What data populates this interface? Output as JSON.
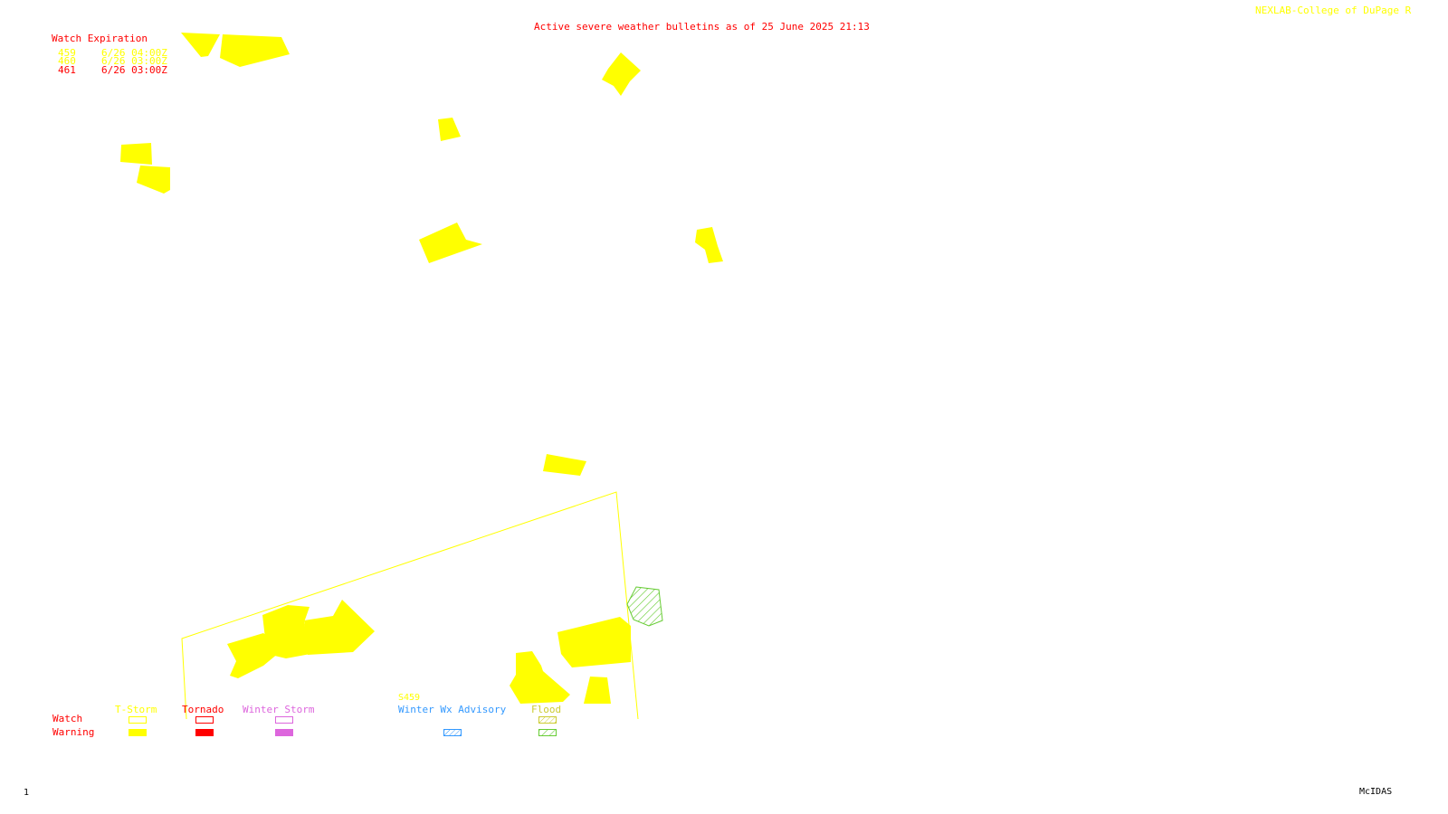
{
  "header": {
    "credit": "NEXLAB-College of DuPage R",
    "title": "Active severe weather bulletins as of 25 June 2025 21:13"
  },
  "watch_expiration": {
    "heading": "Watch Expiration",
    "rows": [
      {
        "id": "459",
        "expires": "6/26 04:00Z",
        "color": "#ffff00"
      },
      {
        "id": "460",
        "expires": "6/26 03:00Z",
        "color": "#ffff00"
      },
      {
        "id": "461",
        "expires": "6/26 03:00Z",
        "color": "#ff0000"
      }
    ]
  },
  "map": {
    "watch_label": "S459",
    "colors": {
      "tstorm": "#ffff00",
      "tornado": "#ff0000",
      "winter_storm": "#dd66dd",
      "winter_advisory": "#3399ff",
      "flood": "#66cc33"
    }
  },
  "legend": {
    "row_watch": "Watch",
    "row_warning": "Warning",
    "categories": [
      {
        "label": "T-Storm",
        "color": "#ffff00",
        "key": "tstorm"
      },
      {
        "label": "Tornado",
        "color": "#ff0000",
        "key": "tornado"
      },
      {
        "label": "Winter Storm",
        "color": "#dd66dd",
        "key": "winter_storm"
      },
      {
        "label": "Winter Wx Advisory",
        "color": "#3399ff",
        "key": "winter_advisory"
      },
      {
        "label": "Flood",
        "color": "#cccc33",
        "key": "flood"
      }
    ]
  },
  "footer": {
    "frame_number": "1",
    "software": "McIDAS"
  }
}
